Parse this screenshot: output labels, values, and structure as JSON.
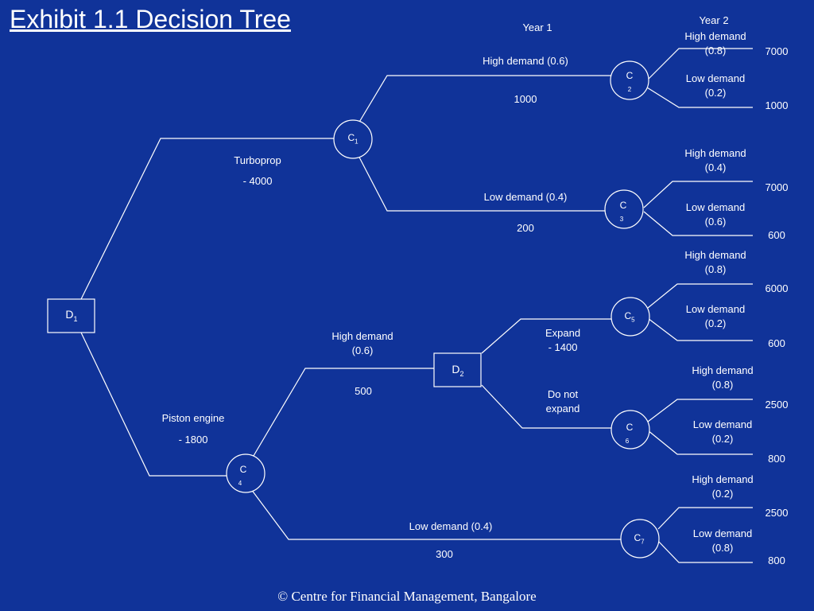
{
  "title": "Exhibit 1.1 Decision Tree",
  "headers": {
    "year1": "Year 1",
    "year2": "Year 2"
  },
  "nodes": {
    "d1": {
      "letter": "D",
      "sub": "1"
    },
    "d2": {
      "letter": "D",
      "sub": "2"
    },
    "c1": {
      "letter": "C",
      "sub": "1"
    },
    "c2": {
      "letter": "C",
      "sub": "2"
    },
    "c3": {
      "letter": "C",
      "sub": "3"
    },
    "c4": {
      "letter": "C",
      "sub": "4"
    },
    "c5": {
      "letter": "C",
      "sub": "5"
    },
    "c6": {
      "letter": "C",
      "sub": "6"
    },
    "c7": {
      "letter": "C",
      "sub": "7"
    }
  },
  "decisions": {
    "turboprop": {
      "name": "Turboprop",
      "cost": "- 4000"
    },
    "piston": {
      "name": "Piston engine",
      "cost": "- 1800"
    },
    "expand": {
      "l1": "Expand",
      "l2": "- 1400"
    },
    "no_expand": {
      "l1": "Do not",
      "l2": "expand"
    }
  },
  "year1": {
    "c1_high": {
      "label": "High demand (0.6)",
      "value": "1000"
    },
    "c1_low": {
      "label": "Low  demand (0.4)",
      "value": "200"
    },
    "c4_high": {
      "l1": "High demand",
      "l2": "(0.6)",
      "value": "500"
    },
    "c4_low": {
      "label": "Low  demand (0.4)",
      "value": "300"
    }
  },
  "year2": {
    "c2_high": {
      "l1": "High demand",
      "l2": "(0.8)",
      "payoff": "7000"
    },
    "c2_low": {
      "l1": "Low  demand",
      "l2": "(0.2)",
      "payoff": "1000"
    },
    "c3_high": {
      "l1": "High demand",
      "l2": "(0.4)",
      "payoff": "7000"
    },
    "c3_low": {
      "l1": "Low  demand",
      "l2": "(0.6)",
      "payoff": "600"
    },
    "c5_high": {
      "l1": "High demand",
      "l2": "(0.8)",
      "payoff": "6000"
    },
    "c5_low": {
      "l1": "Low  demand",
      "l2": "(0.2)",
      "payoff": "600"
    },
    "c6_high": {
      "l1": "High demand",
      "l2": "(0.8)",
      "payoff": "2500"
    },
    "c6_low": {
      "l1": "Low  demand",
      "l2": "(0.2)",
      "payoff": "800"
    },
    "c7_high": {
      "l1": "High demand",
      "l2": "(0.2)",
      "payoff": "2500"
    },
    "c7_low": {
      "l1": "Low  demand",
      "l2": "(0.8)",
      "payoff": "800"
    }
  },
  "footer": "© Centre for Financial Management, Bangalore",
  "colors": {
    "background": "#103399",
    "foreground": "#ffffff"
  }
}
